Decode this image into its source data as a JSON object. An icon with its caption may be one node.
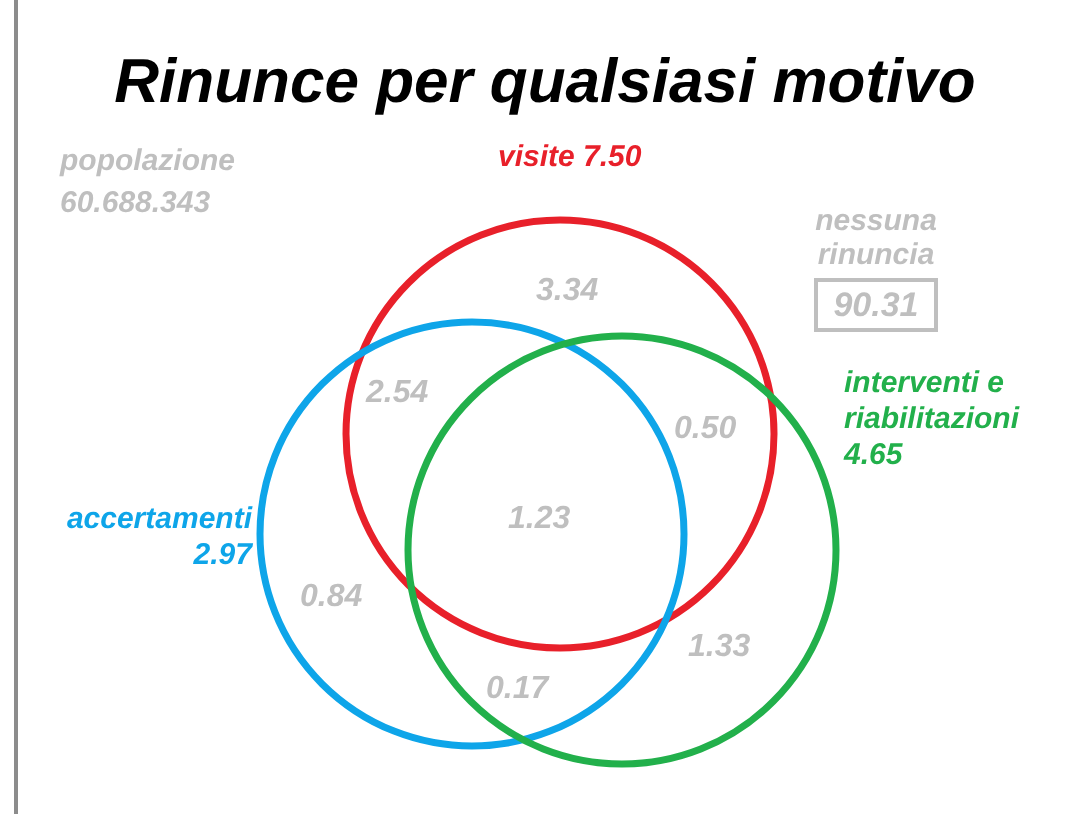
{
  "diagram": {
    "title": "Rinunce per qualsiasi motivo",
    "nodes": [
      {
        "text": [
          "visite 7.50"
        ]
      },
      {
        "text": [
          "accertamenti 2.97"
        ]
      },
      {
        "text": [
          "interventi e riabilitazioni 4.65"
        ]
      },
      {
        "text": [
          "nessuna rinuncia",
          "90.31"
        ]
      }
    ],
    "edges": [],
    "labels": [
      "popolazione 60.688.343",
      "3.34",
      "2.54",
      "0.50",
      "1.23",
      "0.84",
      "1.33",
      "0.17"
    ]
  }
}
